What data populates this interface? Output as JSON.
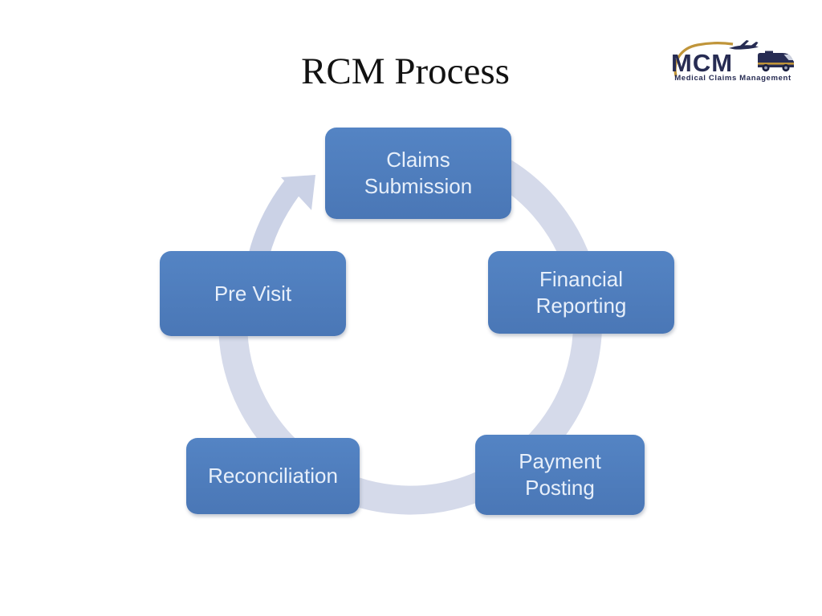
{
  "slide": {
    "title": "RCM Process",
    "background_color": "#ffffff"
  },
  "logo": {
    "text": "MCM",
    "caption": "Medical Claims Management",
    "colors": {
      "navy": "#272c53",
      "gold": "#c0953a"
    }
  },
  "diagram": {
    "type": "cycle",
    "direction": "clockwise",
    "ring_color": "#d5daea",
    "arrow_color": "#cbd2e6",
    "node_fill": "#4e7dbd",
    "node_text_color": "#e7effa",
    "nodes": [
      {
        "id": "claims-submission",
        "label": "Claims Submission",
        "lines": [
          "Claims",
          "Submission"
        ],
        "position": "top"
      },
      {
        "id": "financial-reporting",
        "label": "Financial Reporting",
        "lines": [
          "Financial",
          "Reporting"
        ],
        "position": "right"
      },
      {
        "id": "payment-posting",
        "label": "Payment Posting",
        "lines": [
          "Payment",
          "Posting"
        ],
        "position": "bottom-right"
      },
      {
        "id": "reconciliation",
        "label": "Reconciliation",
        "lines": [
          "Reconciliation"
        ],
        "position": "bottom-left"
      },
      {
        "id": "pre-visit",
        "label": "Pre Visit",
        "lines": [
          "Pre Visit"
        ],
        "position": "left"
      }
    ]
  }
}
